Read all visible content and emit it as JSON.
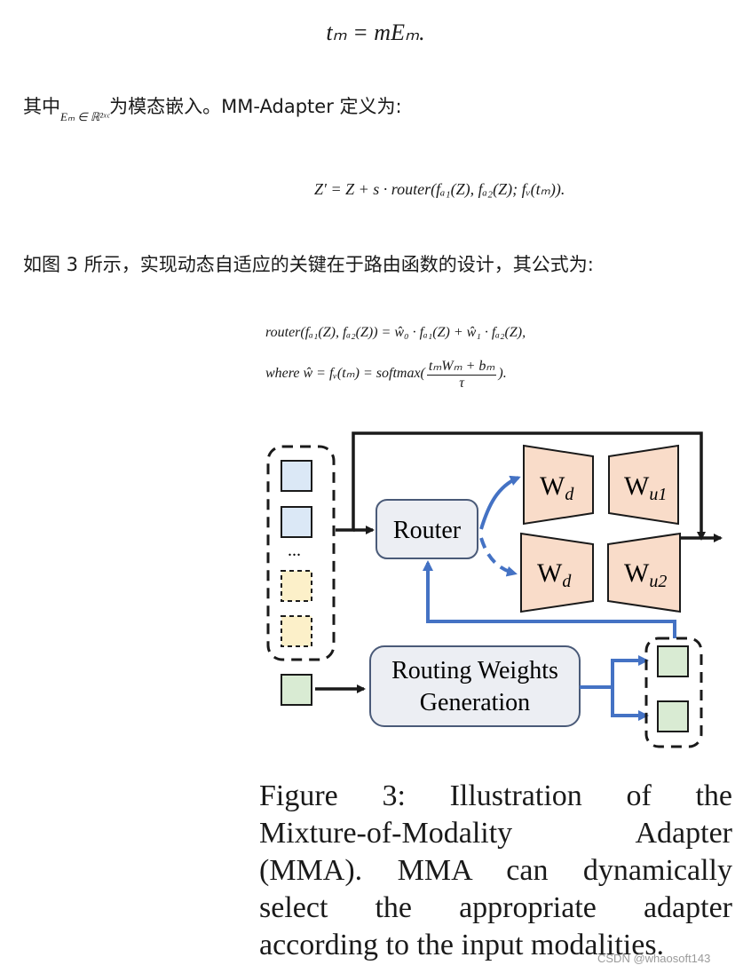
{
  "equations": {
    "top": "tₘ = mEₘ.",
    "mm_adapter": "Z′ = Z + s · router(fₐ₁(Z), fₐ₂(Z); fᵥ(tₘ)).",
    "router_line1": "router(fₐ₁(Z), fₐ₂(Z)) = ŵ₀ · fₐ₁(Z) + ŵ₁ · fₐ₂(Z),",
    "router_line2_prefix": "where   ŵ = fᵥ(tₘ) = softmax(",
    "router_line2_numerator": "tₘWₘ + bₘ",
    "router_line2_denominator": "τ",
    "router_line2_suffix": ")."
  },
  "paragraphs": {
    "p1_before": "其中",
    "p1_math_sub": "Eₘ ∈ ℝ²ˣᶜ",
    "p1_after": "为模态嵌入。MM-Adapter 定义为:",
    "p2": "如图 3 所示，实现动态自适应的关键在于路由函数的设计，其公式为:"
  },
  "figure": {
    "router_label": "Router",
    "wd_top": "W",
    "wd_top_sub": "d",
    "wu1": "W",
    "wu1_sub": "u1",
    "wd_bottom": "W",
    "wd_bottom_sub": "d",
    "wu2": "W",
    "wu2_sub": "u2",
    "routing_line1": "Routing Weights",
    "routing_line2": "Generation",
    "ellipsis": "...",
    "colors": {
      "blue_token": "#dbe8f6",
      "yellow_token": "#fcf0c9",
      "green_token": "#d9ebd3",
      "adapter_fill": "#f9dcc9",
      "router_fill": "#eceef3",
      "arrow_blue": "#4472c4",
      "stroke": "#1a1a1a"
    }
  },
  "caption": {
    "line1": "Figure 3:  Illustration of the",
    "line2": "Mixture-of-Modality Adapter",
    "line3": "(MMA). MMA can dynamically",
    "line4": "select the appropriate adapter",
    "line5": "according to the input modalities."
  },
  "watermark": "CSDN @whaosoft143"
}
